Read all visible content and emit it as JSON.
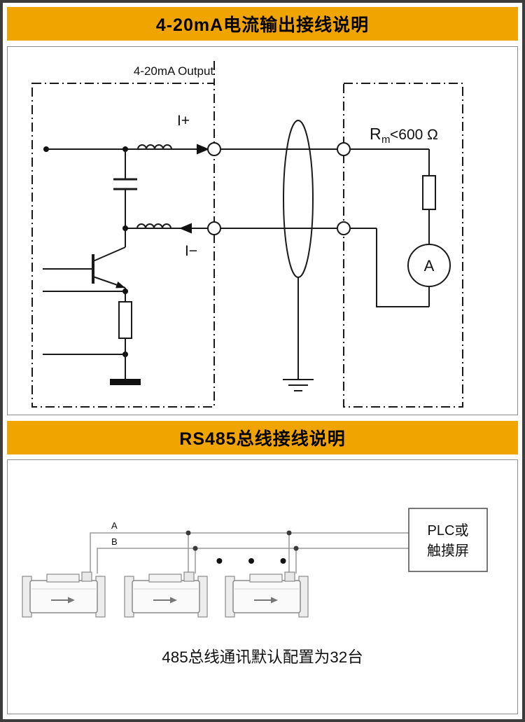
{
  "page": {
    "banner_color": "#f0a400",
    "outer_border_color": "#3d3d3d"
  },
  "section1": {
    "title": "4-20mA电流输出接线说明",
    "diagram": {
      "output_label": "4-20mA Output",
      "i_plus_label": "I+",
      "i_minus_label": "I−",
      "rm_r": "R",
      "rm_sub": "m",
      "rm_value": "<600 Ω",
      "ammeter_label": "A"
    }
  },
  "section2": {
    "title": "RS485总线接线说明",
    "diagram": {
      "wire_a_label": "A",
      "wire_b_label": "B",
      "plc_line1": "PLC或",
      "plc_line2": "触摸屏",
      "ellipsis": "• • •",
      "caption": "485总线通讯默认配置为32台"
    }
  }
}
